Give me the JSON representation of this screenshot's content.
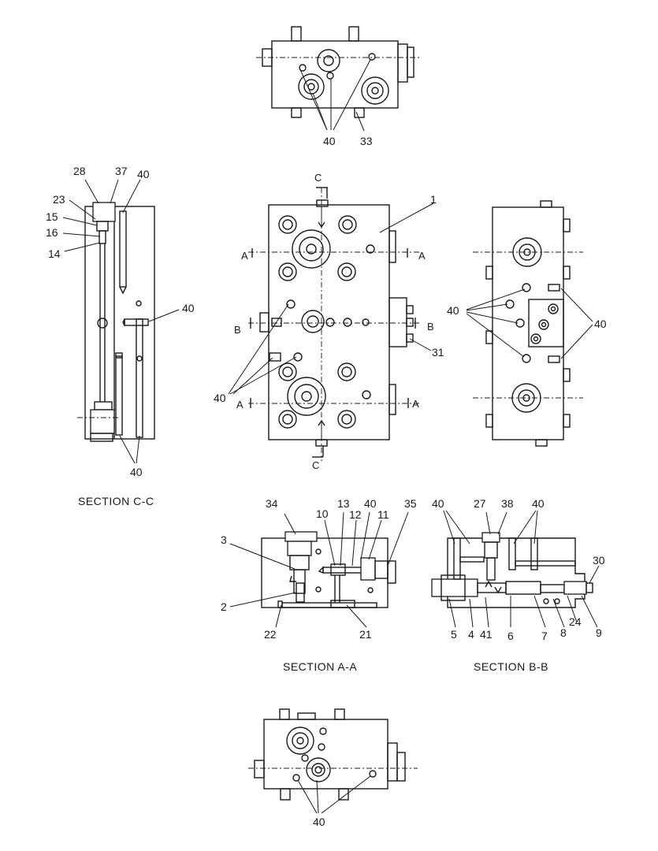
{
  "captions": {
    "section_cc": "SECTION C-C",
    "section_aa": "SECTION A-A",
    "section_bb": "SECTION B-B"
  },
  "section_marks": {
    "c": "C",
    "a": "A",
    "b": "B"
  },
  "part_numbers": {
    "p1": "1",
    "p2": "2",
    "p3": "3",
    "p4": "4",
    "p5": "5",
    "p6": "6",
    "p7": "7",
    "p8": "8",
    "p9": "9",
    "p10": "10",
    "p11": "11",
    "p12": "12",
    "p13": "13",
    "p14": "14",
    "p15": "15",
    "p16": "16",
    "p21": "21",
    "p22": "22",
    "p23": "23",
    "p24": "24",
    "p27": "27",
    "p28": "28",
    "p30": "30",
    "p31": "31",
    "p33": "33",
    "p34": "34",
    "p35": "35",
    "p37": "37",
    "p38": "38",
    "p40": "40",
    "p41": "41"
  }
}
